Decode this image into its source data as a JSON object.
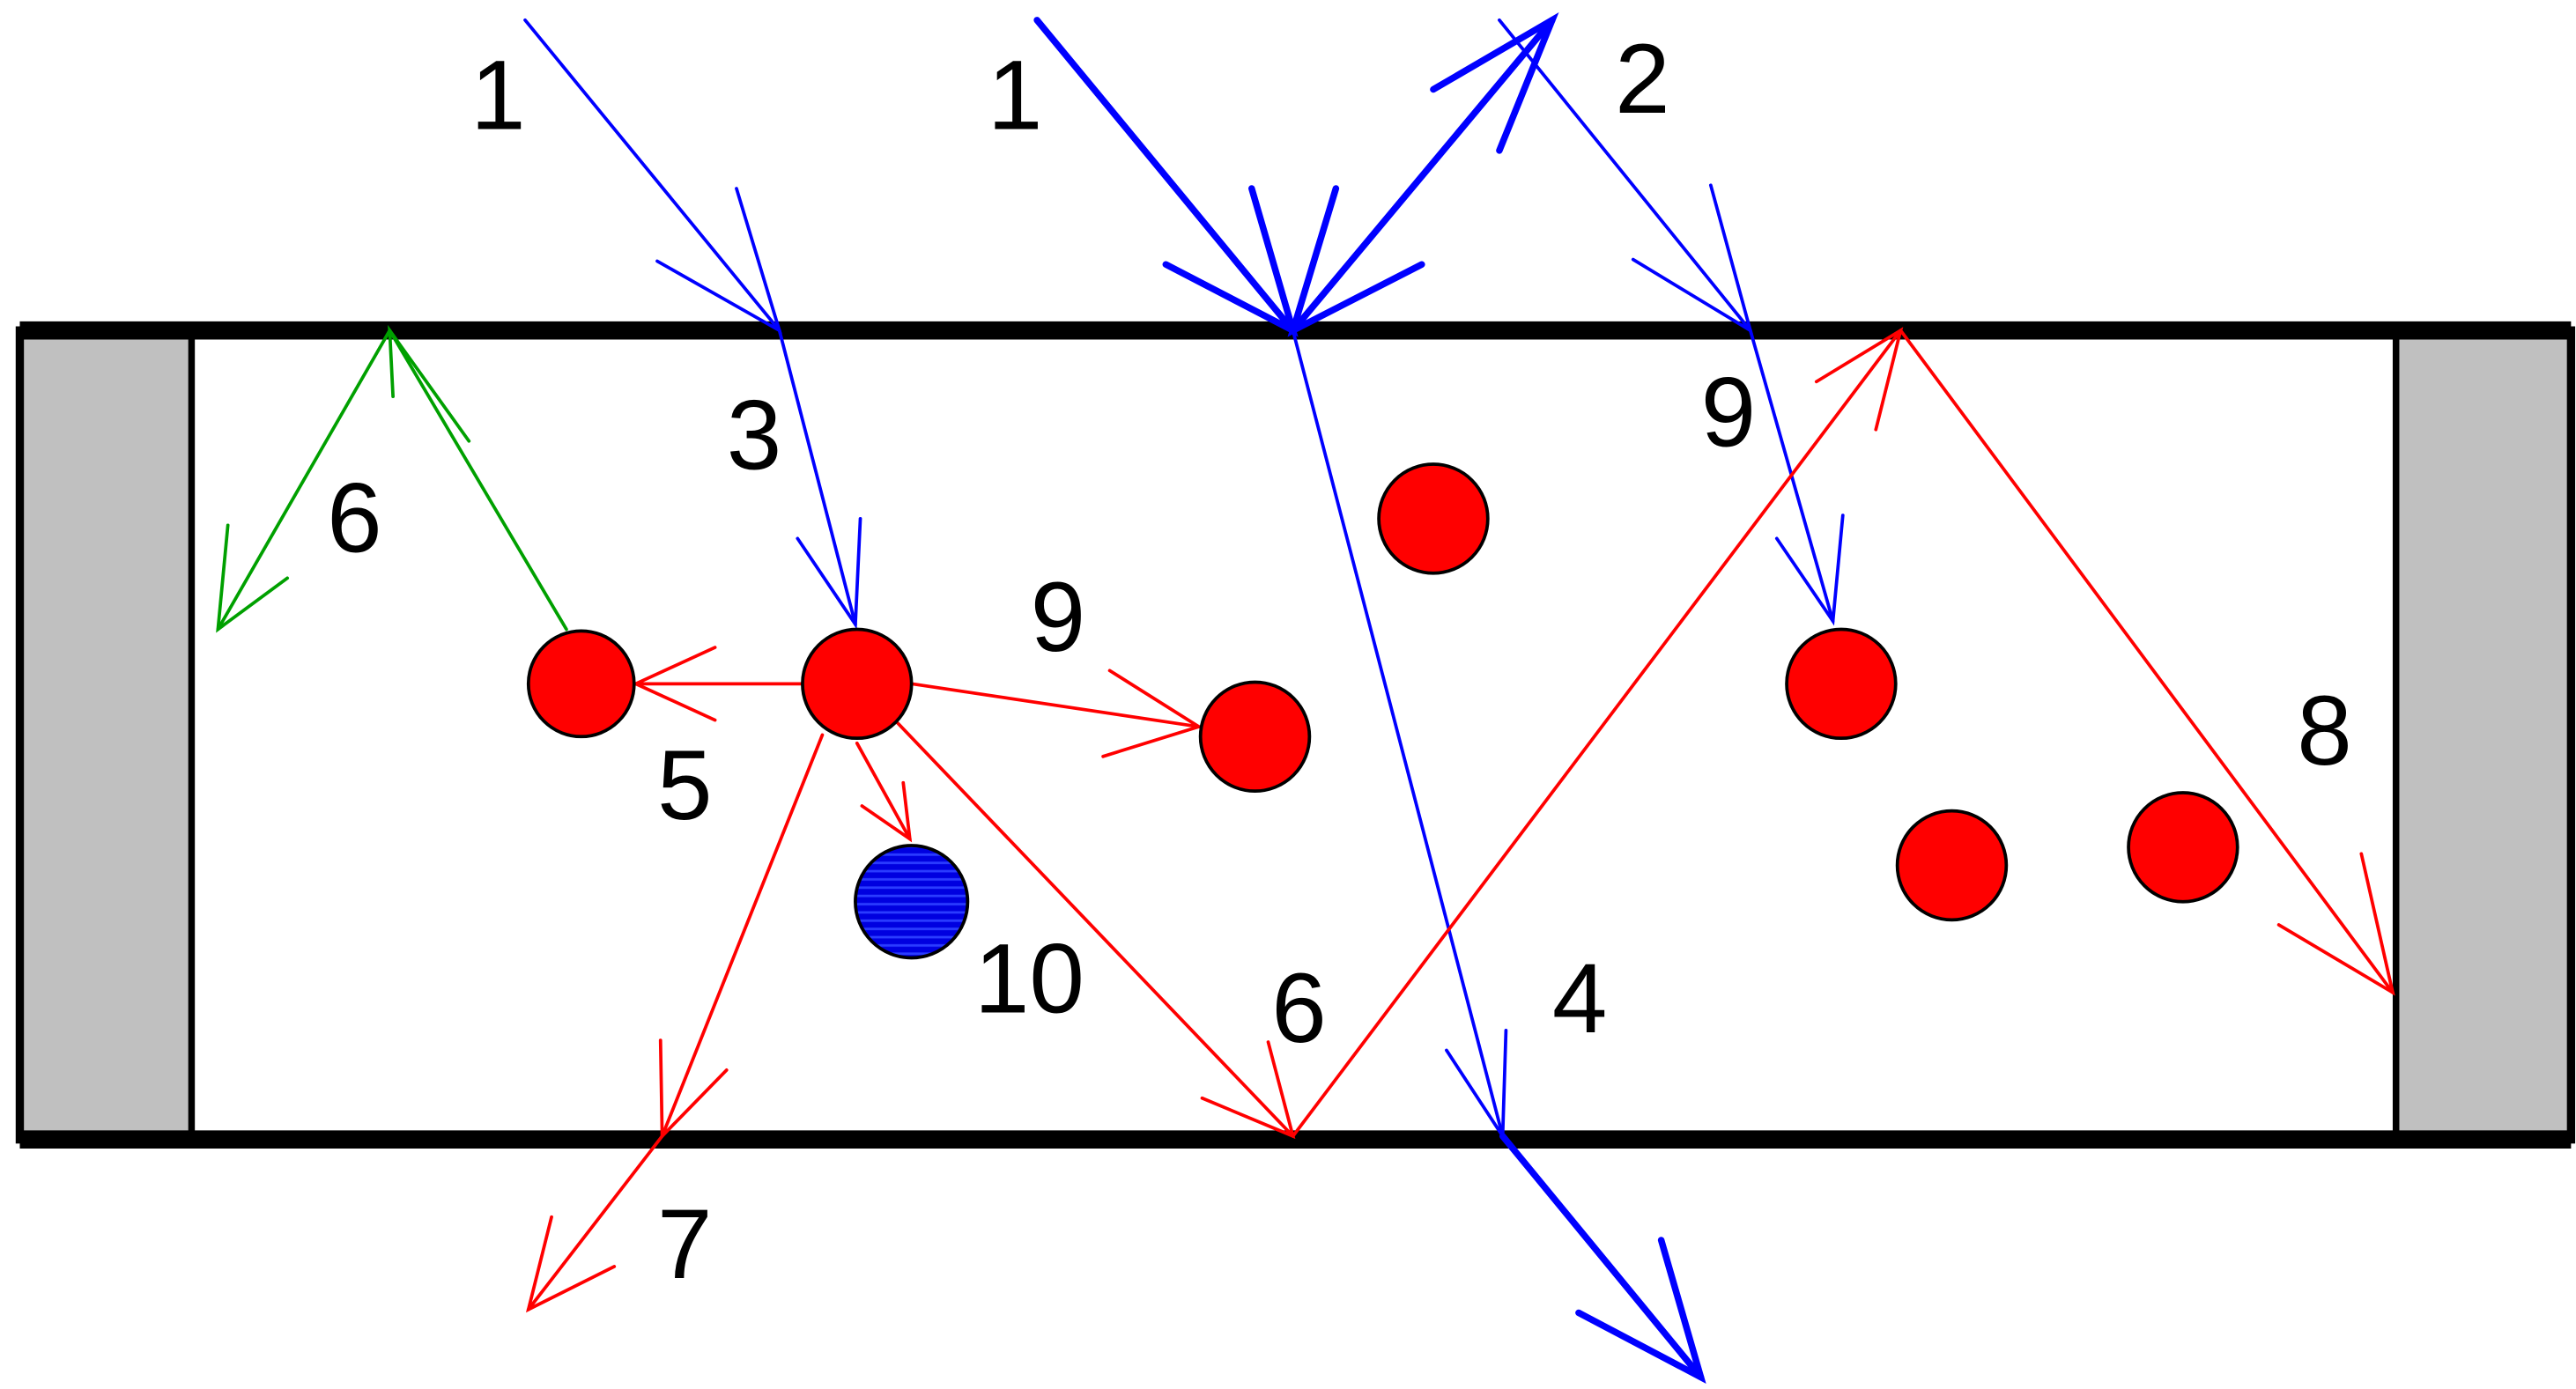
{
  "labels": {
    "ray1_left": "1",
    "ray1_mid": "1",
    "ray2": "2",
    "ray3": "3",
    "ray9_top": "9",
    "ray9_mid": "9",
    "ray6_left": "6",
    "ray6_bottom": "6",
    "ray5": "5",
    "ray10": "10",
    "ray4": "4",
    "ray7": "7",
    "ray8": "8"
  },
  "colors": {
    "incident_ray": "#0000ff",
    "scattered_ray": "#ff0000",
    "absorbed_ray": "#00a000",
    "particle_fill": "#ff0000",
    "absorber_fill": "#0000e0",
    "wall_fill": "#c0c0c0",
    "frame_stroke": "#000000"
  },
  "icons": {
    "particle": "circle-particle",
    "absorber": "hatched-circle",
    "arrow": "open-arrowhead"
  }
}
